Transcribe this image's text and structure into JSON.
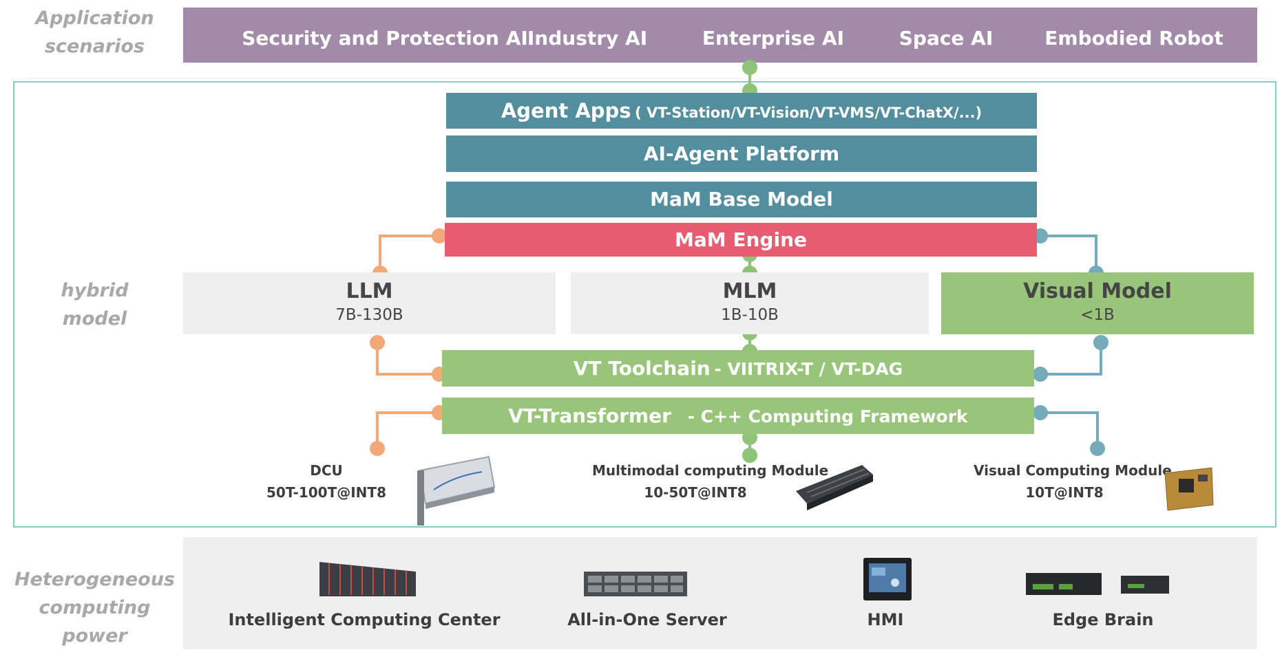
{
  "side_labels": {
    "application_line1": "Application",
    "application_line2": "scenarios",
    "hybrid_line1": "hybrid",
    "hybrid_line2": "model",
    "hetero_line1": "Heterogeneous",
    "hetero_line2": "computing power"
  },
  "scenarios": [
    "Security and Protection AI",
    "Industry AI",
    "Enterprise AI",
    "Space AI",
    "Embodied Robot"
  ],
  "stack": {
    "agent_apps": {
      "title": "Agent Apps",
      "detail": "( VT-Station/VT-Vision/VT-VMS/VT-ChatX/...)"
    },
    "platform": "AI-Agent Platform",
    "base_model": "MaM Base Model",
    "engine": "MaM Engine"
  },
  "models": [
    {
      "title": "LLM",
      "size": "7B-130B"
    },
    {
      "title": "MLM",
      "size": "1B-10B"
    },
    {
      "title": "Visual Model",
      "size": "<1B"
    }
  ],
  "toolchain": {
    "title": "VT Toolchain",
    "detail": "- VIITRIX-T  / VT-DAG"
  },
  "transformer": {
    "title": "VT-Transformer",
    "detail": "- C++ Computing Framework"
  },
  "modules": [
    {
      "name": "DCU",
      "perf": "50T-100T@INT8"
    },
    {
      "name": "Multimodal computing Module",
      "perf": "10-50T@INT8"
    },
    {
      "name": "Visual Computing Module",
      "perf": "10T@INT8"
    }
  ],
  "computing_power": [
    "Intelligent Computing Center",
    "All-in-One Server",
    "HMI",
    "Edge Brain"
  ],
  "colors": {
    "scenario_bar": "#a28aa9",
    "blue_layer": "#538e9f",
    "engine": "#e95b71",
    "green": "#99c57b",
    "frame": "#7fd1c8",
    "orange_connector": "#f3a878",
    "teal_connector": "#75aabb",
    "green_connector": "#8fc377"
  }
}
